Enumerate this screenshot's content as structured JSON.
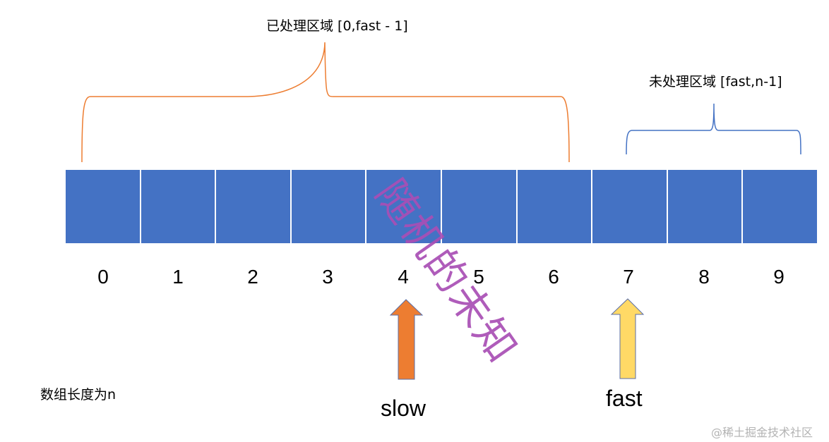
{
  "diagram": {
    "processed_region": {
      "label": "已处理区域 [0,fast - 1]",
      "color": "#ed7d31"
    },
    "unprocessed_region": {
      "label": "未处理区域 [fast,n-1]",
      "color": "#4472c4"
    },
    "array": {
      "cell_color": "#4472c4",
      "indices": [
        "0",
        "1",
        "2",
        "3",
        "4",
        "5",
        "6",
        "7",
        "8",
        "9"
      ]
    },
    "pointers": {
      "slow": {
        "label": "slow",
        "index": "4",
        "color": "#ed7d31"
      },
      "fast": {
        "label": "fast",
        "index": "7",
        "color": "#ffd966"
      }
    },
    "note": "数组长度为n",
    "stamp_text": "随机的未知",
    "watermark": "@稀土掘金技术社区"
  }
}
